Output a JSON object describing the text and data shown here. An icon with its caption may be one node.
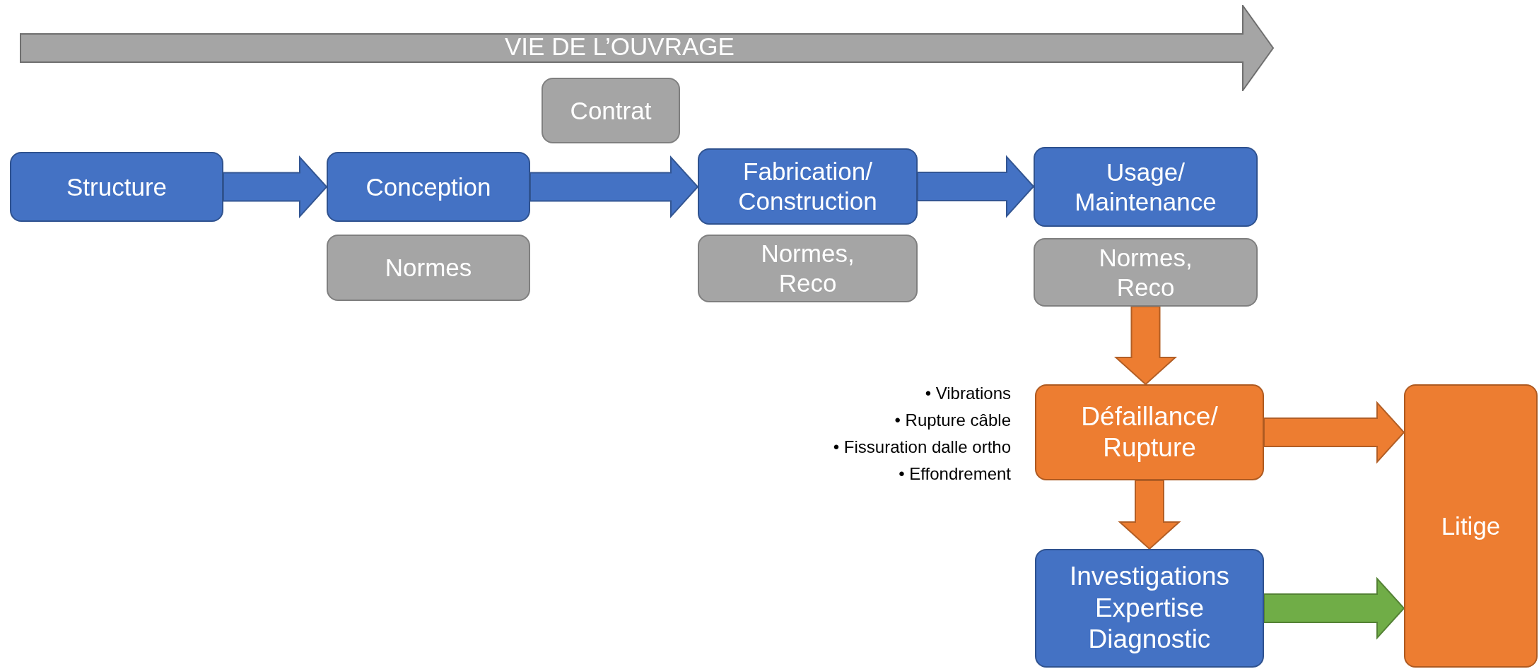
{
  "diagram": {
    "nodes": [
      {
        "text": [
          "VIE DE L’OUVRAGE"
        ]
      },
      {
        "text": [
          "Structure"
        ]
      },
      {
        "text": [
          "Conception"
        ]
      },
      {
        "text": [
          "Normes"
        ]
      },
      {
        "text": [
          "Contrat"
        ]
      },
      {
        "text": [
          "Fabrication/ Construction"
        ]
      },
      {
        "text": [
          "Normes, Reco"
        ]
      },
      {
        "text": [
          "Usage/ Maintenance"
        ]
      },
      {
        "text": [
          "Normes, Reco"
        ]
      },
      {
        "text": [
          "Défaillance/ Rupture"
        ],
        "beside": [
          "• Vibrations",
          "• Rupture câble",
          "• Fissuration dalle ortho",
          "• Effondrement"
        ]
      },
      {
        "text": [
          "Investigations Expertise Diagnostic"
        ]
      },
      {
        "text": [
          "Litige"
        ]
      }
    ],
    "edges": [
      {
        "from": 1,
        "to": 2,
        "arrow": "to",
        "color": "#4472c4"
      },
      {
        "from": 2,
        "to": 5,
        "arrow": "to",
        "color": "#4472c4"
      },
      {
        "from": 5,
        "to": 7,
        "arrow": "to",
        "color": "#4472c4"
      },
      {
        "from": 8,
        "to": 9,
        "arrow": "to",
        "color": "#ed7d31"
      },
      {
        "from": 9,
        "to": 11,
        "arrow": "to",
        "color": "#ed7d31"
      },
      {
        "from": 9,
        "to": 10,
        "arrow": "to",
        "color": "#ed7d31"
      },
      {
        "from": 10,
        "to": 11,
        "arrow": "to",
        "color": "#70ad47"
      }
    ]
  }
}
